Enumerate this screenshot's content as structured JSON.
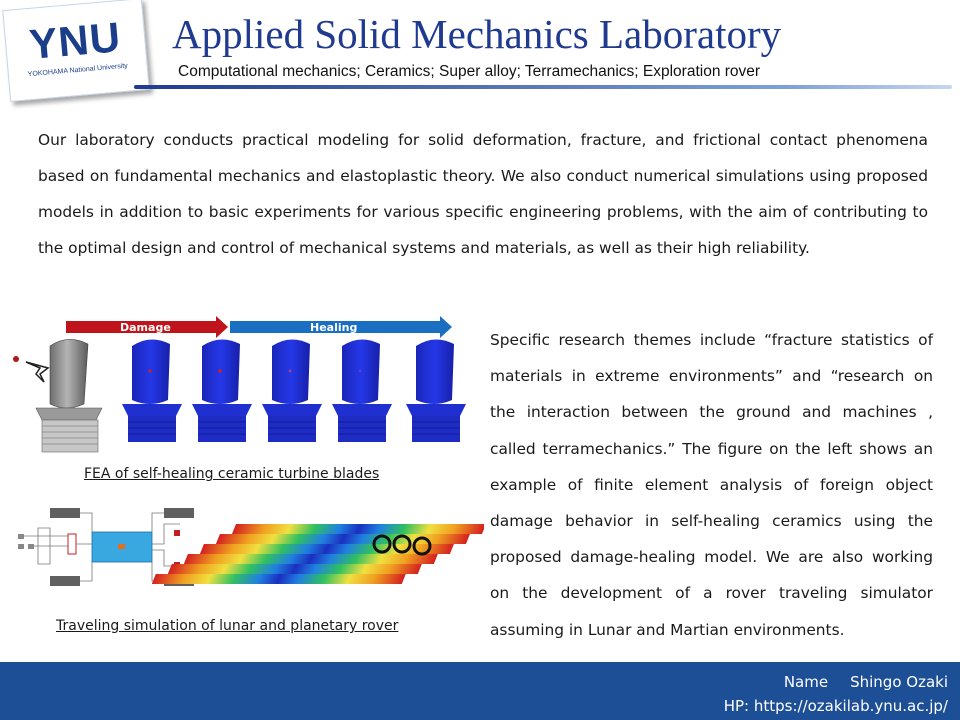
{
  "header": {
    "logo_text": "YNU",
    "logo_subtext": "YOKOHAMA National University",
    "title": "Applied Solid Mechanics Laboratory",
    "subtitle": "Computational mechanics; Ceramics; Super alloy; Terramechanics; Exploration rover"
  },
  "intro": "Our laboratory conducts practical modeling for solid deformation, fracture, and frictional contact phenomena based on fundamental mechanics and elastoplastic theory. We also conduct numerical simulations using proposed models in addition to basic experiments for various specific engineering problems, with the aim of contributing to the optimal design and control of mechanical systems and materials, as well as their high reliability.",
  "research": "Specific research themes include “fracture statistics of materials in extreme environments” and “research on the interaction between the ground and machines , called terramechanics.” The figure on the left shows an example of finite element analysis of foreign object damage behavior in self-healing ceramics using the proposed damage-healing model. We are also working on the development of a rover traveling simulator assuming in Lunar and Martian environments.",
  "figure1": {
    "damage_label": "Damage",
    "healing_label": "Healing",
    "caption": "FEA of self-healing ceramic turbine blades"
  },
  "figure2": {
    "caption": "Traveling simulation of lunar and planetary rover"
  },
  "footer": {
    "name_label": "Name",
    "name_value": "Shingo Ozaki",
    "hp": "HP: https://ozakilab.ynu.ac.jp/"
  },
  "colors": {
    "title": "#1f3a8f",
    "damage_arrow": "#c0141c",
    "healing_arrow": "#1a6fc2",
    "blade_blue": "#1f2fd6",
    "footer": "#1d4f96"
  }
}
